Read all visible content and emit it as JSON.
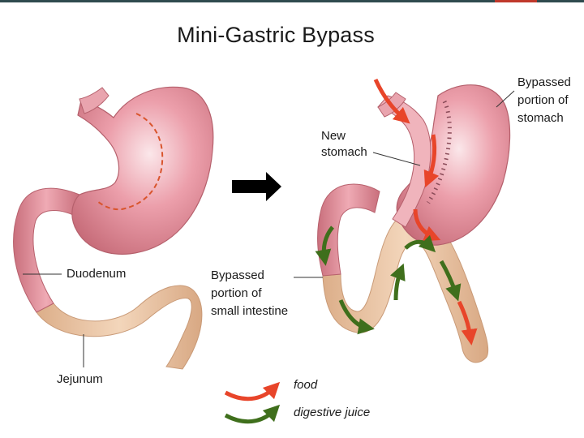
{
  "title": "Mini-Gastric Bypass",
  "labels": {
    "duodenum": "Duodenum",
    "jejunum": "Jejunum",
    "new_stomach_line1": "New",
    "new_stomach_line2": "stomach",
    "bypassed_stomach_line1": "Bypassed",
    "bypassed_stomach_line2": "portion of",
    "bypassed_stomach_line3": "stomach",
    "bypassed_intestine_line1": "Bypassed",
    "bypassed_intestine_line2": "portion of",
    "bypassed_intestine_line3": "small intestine"
  },
  "legend": [
    {
      "label": "food",
      "color": "#e8452a"
    },
    {
      "label": "digestive juice",
      "color": "#3f6f1c"
    }
  ],
  "colors": {
    "stomach": "#e3939e",
    "stomach_dark": "#c0646f",
    "intestine": "#edc8a7",
    "cut_line": "#d9542c",
    "staple": "#8a4b58",
    "arrow": "#000000"
  }
}
